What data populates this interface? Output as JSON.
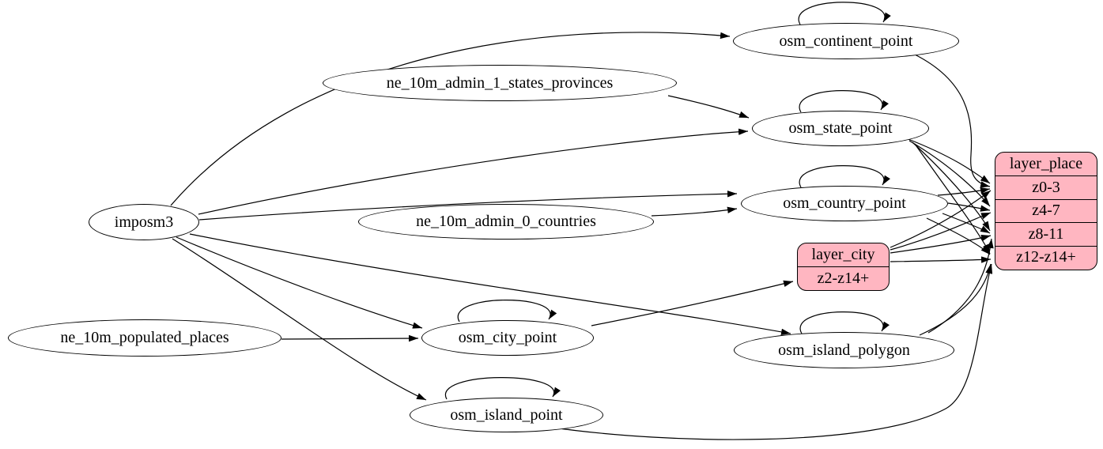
{
  "diagram": {
    "type": "graphviz-etl-diagram",
    "colors": {
      "record_fill": "#ffb6c1",
      "node_fill": "#ffffff",
      "stroke": "#000000",
      "background": "#ffffff"
    },
    "nodes": {
      "imposm3": {
        "label": "imposm3"
      },
      "ne_admin1": {
        "label": "ne_10m_admin_1_states_provinces"
      },
      "ne_admin0": {
        "label": "ne_10m_admin_0_countries"
      },
      "ne_pop": {
        "label": "ne_10m_populated_places"
      },
      "continent": {
        "label": "osm_continent_point"
      },
      "state": {
        "label": "osm_state_point"
      },
      "country": {
        "label": "osm_country_point"
      },
      "city": {
        "label": "osm_city_point"
      },
      "island_polygon": {
        "label": "osm_island_polygon"
      },
      "island_point": {
        "label": "osm_island_point"
      },
      "layer_city": {
        "title": "layer_city",
        "rows": [
          "z2-z14+"
        ]
      },
      "layer_place": {
        "title": "layer_place",
        "rows": [
          "z0-3",
          "z4-7",
          "z8-11",
          "z12-z14+"
        ]
      }
    },
    "edges": [
      {
        "from": "imposm3",
        "to": "osm_continent_point"
      },
      {
        "from": "imposm3",
        "to": "osm_state_point"
      },
      {
        "from": "imposm3",
        "to": "osm_country_point"
      },
      {
        "from": "imposm3",
        "to": "osm_city_point"
      },
      {
        "from": "imposm3",
        "to": "osm_island_polygon"
      },
      {
        "from": "imposm3",
        "to": "osm_island_point"
      },
      {
        "from": "ne_10m_admin_1_states_provinces",
        "to": "osm_state_point"
      },
      {
        "from": "ne_10m_admin_0_countries",
        "to": "osm_country_point"
      },
      {
        "from": "ne_10m_populated_places",
        "to": "osm_city_point"
      },
      {
        "from": "osm_continent_point",
        "to": "osm_continent_point"
      },
      {
        "from": "osm_state_point",
        "to": "osm_state_point"
      },
      {
        "from": "osm_country_point",
        "to": "osm_country_point"
      },
      {
        "from": "osm_city_point",
        "to": "osm_city_point"
      },
      {
        "from": "osm_island_polygon",
        "to": "osm_island_polygon"
      },
      {
        "from": "osm_island_point",
        "to": "osm_island_point"
      },
      {
        "from": "osm_continent_point",
        "to": "layer_place",
        "row": "z0-3"
      },
      {
        "from": "osm_state_point",
        "to": "layer_place",
        "row": "z0-3"
      },
      {
        "from": "osm_state_point",
        "to": "layer_place",
        "row": "z4-7"
      },
      {
        "from": "osm_state_point",
        "to": "layer_place",
        "row": "z8-11"
      },
      {
        "from": "osm_state_point",
        "to": "layer_place",
        "row": "z12-z14+"
      },
      {
        "from": "osm_country_point",
        "to": "layer_place",
        "row": "z0-3"
      },
      {
        "from": "osm_country_point",
        "to": "layer_place",
        "row": "z4-7"
      },
      {
        "from": "osm_country_point",
        "to": "layer_place",
        "row": "z8-11"
      },
      {
        "from": "osm_country_point",
        "to": "layer_place",
        "row": "z12-z14+"
      },
      {
        "from": "layer_city",
        "to": "layer_place",
        "row": "z0-3"
      },
      {
        "from": "layer_city",
        "to": "layer_place",
        "row": "z4-7"
      },
      {
        "from": "layer_city",
        "to": "layer_place",
        "row": "z8-11"
      },
      {
        "from": "layer_city",
        "to": "layer_place",
        "row": "z12-z14+"
      },
      {
        "from": "osm_island_polygon",
        "to": "layer_place",
        "row": "z8-11"
      },
      {
        "from": "osm_island_polygon",
        "to": "layer_place",
        "row": "z12-z14+"
      },
      {
        "from": "osm_island_point",
        "to": "layer_place",
        "row": "z12-z14+"
      },
      {
        "from": "osm_city_point",
        "to": "layer_city",
        "row": "z2-z14+"
      }
    ]
  }
}
